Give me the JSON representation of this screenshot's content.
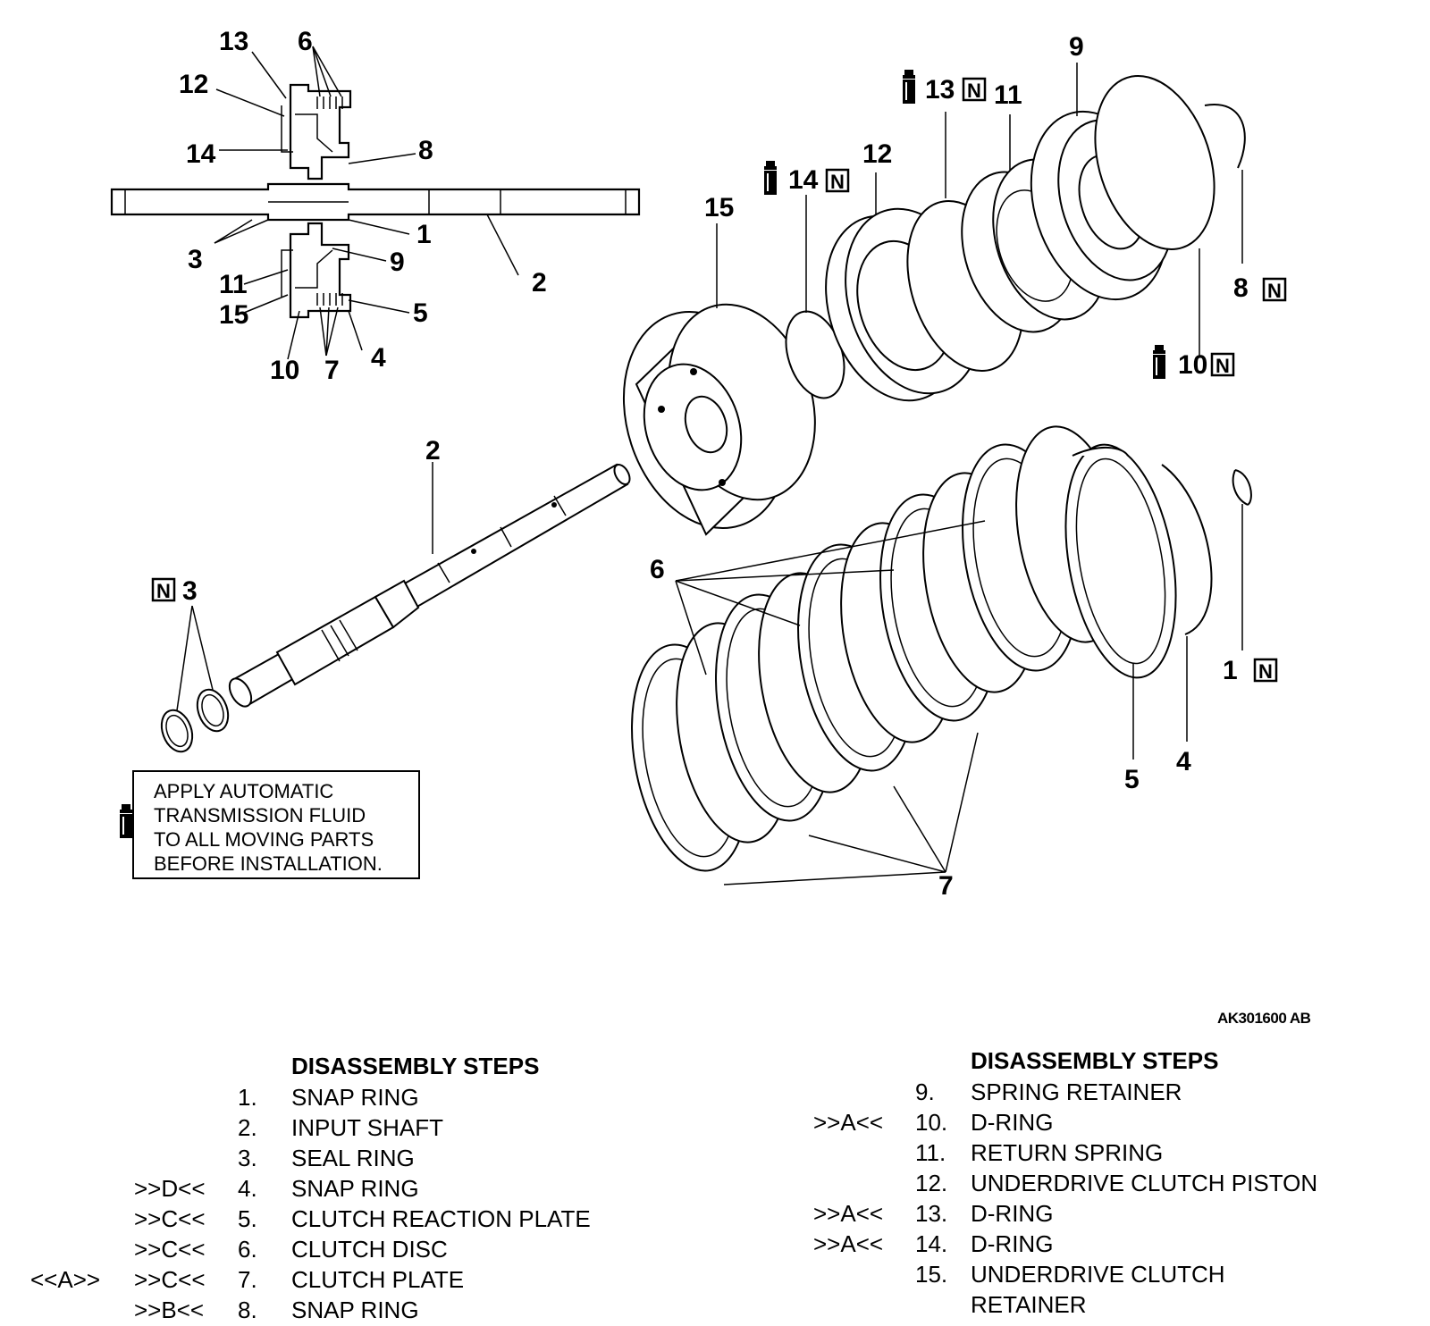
{
  "callouts": {
    "small_1": "1",
    "small_2": "2",
    "small_3": "3",
    "small_4": "4",
    "small_5": "5",
    "small_6": "6",
    "small_7": "7",
    "small_8": "8",
    "small_9": "9",
    "small_10": "10",
    "small_11": "11",
    "small_12": "12",
    "small_13": "13",
    "small_14": "14",
    "small_15": "15",
    "big_1": "1",
    "big_2": "2",
    "big_3": "3",
    "big_4": "4",
    "big_5": "5",
    "big_6": "6",
    "big_7": "7",
    "big_8": "8",
    "big_9": "9",
    "big_10": "10",
    "big_11": "11",
    "big_12": "12",
    "big_13": "13",
    "big_14": "14",
    "big_15": "15"
  },
  "new_part_mark": "N",
  "figure_code": "AK301600 AB",
  "note": "APPLY AUTOMATIC\nTRANSMISSION FLUID\nTO ALL MOVING PARTS\nBEFORE INSTALLATION.",
  "steps_left": {
    "heading": "DISASSEMBLY STEPS",
    "items": [
      {
        "asm": "",
        "dis": "",
        "num": "1.",
        "label": "SNAP RING"
      },
      {
        "asm": "",
        "dis": "",
        "num": "2.",
        "label": "INPUT SHAFT"
      },
      {
        "asm": "",
        "dis": "",
        "num": "3.",
        "label": "SEAL RING"
      },
      {
        "asm": "",
        "dis": ">>D<<",
        "num": "4.",
        "label": "SNAP RING"
      },
      {
        "asm": "",
        "dis": ">>C<<",
        "num": "5.",
        "label": "CLUTCH REACTION PLATE"
      },
      {
        "asm": "",
        "dis": ">>C<<",
        "num": "6.",
        "label": "CLUTCH DISC"
      },
      {
        "asm": "<<A>>",
        "dis": ">>C<<",
        "num": "7.",
        "label": "CLUTCH PLATE"
      },
      {
        "asm": "",
        "dis": ">>B<<",
        "num": "8.",
        "label": "SNAP RING"
      }
    ]
  },
  "steps_right": {
    "heading": "DISASSEMBLY STEPS",
    "items": [
      {
        "dis": "",
        "num": "9.",
        "label": "SPRING RETAINER"
      },
      {
        "dis": ">>A<<",
        "num": "10.",
        "label": "D-RING"
      },
      {
        "dis": "",
        "num": "11.",
        "label": "RETURN SPRING"
      },
      {
        "dis": "",
        "num": "12.",
        "label": "UNDERDRIVE CLUTCH PISTON"
      },
      {
        "dis": ">>A<<",
        "num": "13.",
        "label": "D-RING"
      },
      {
        "dis": ">>A<<",
        "num": "14.",
        "label": "D-RING"
      },
      {
        "dis": "",
        "num": "15.",
        "label": "UNDERDRIVE CLUTCH"
      },
      {
        "dis": "",
        "num": "",
        "label": "RETAINER"
      }
    ]
  }
}
